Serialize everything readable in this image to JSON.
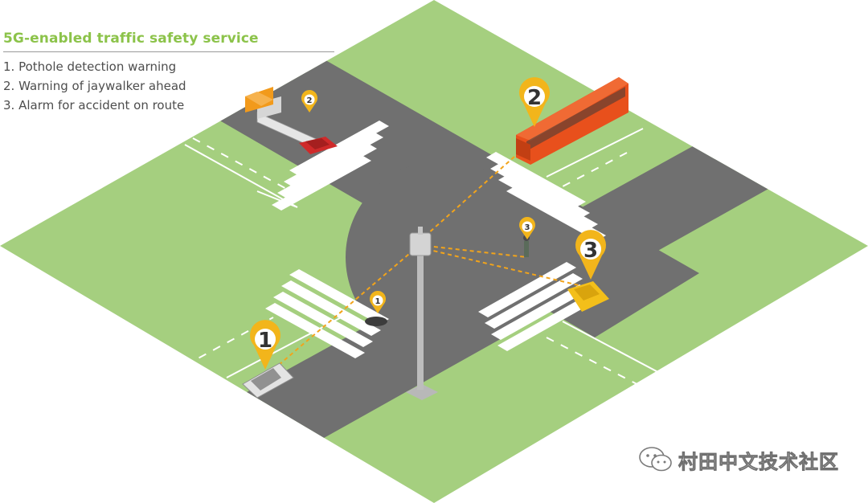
{
  "legend": {
    "title": "5G-enabled traffic safety service",
    "items": [
      "1. Pothole detection warning",
      "2. Warning of jaywalker ahead",
      "3. Alarm for accident on route"
    ]
  },
  "markers": {
    "big_1": "1",
    "big_2": "2",
    "big_3": "3",
    "small_1": "1",
    "small_2": "2",
    "small_3": "3"
  },
  "watermark": {
    "text": "村田中文技术社区",
    "icon": "wechat-icon"
  },
  "colors": {
    "grass": "#a5cf7f",
    "road": "#707070",
    "crosswalk": "#ffffff",
    "marker": "#f2b51b",
    "signal_line": "#f2a41b",
    "bus": "#e8501c",
    "truck_cab": "#f29a1b",
    "red_car": "#cf2a2a",
    "silver_car": "#d9d9d9",
    "yellow_car": "#f3bf1a",
    "title": "#8cc34a"
  }
}
